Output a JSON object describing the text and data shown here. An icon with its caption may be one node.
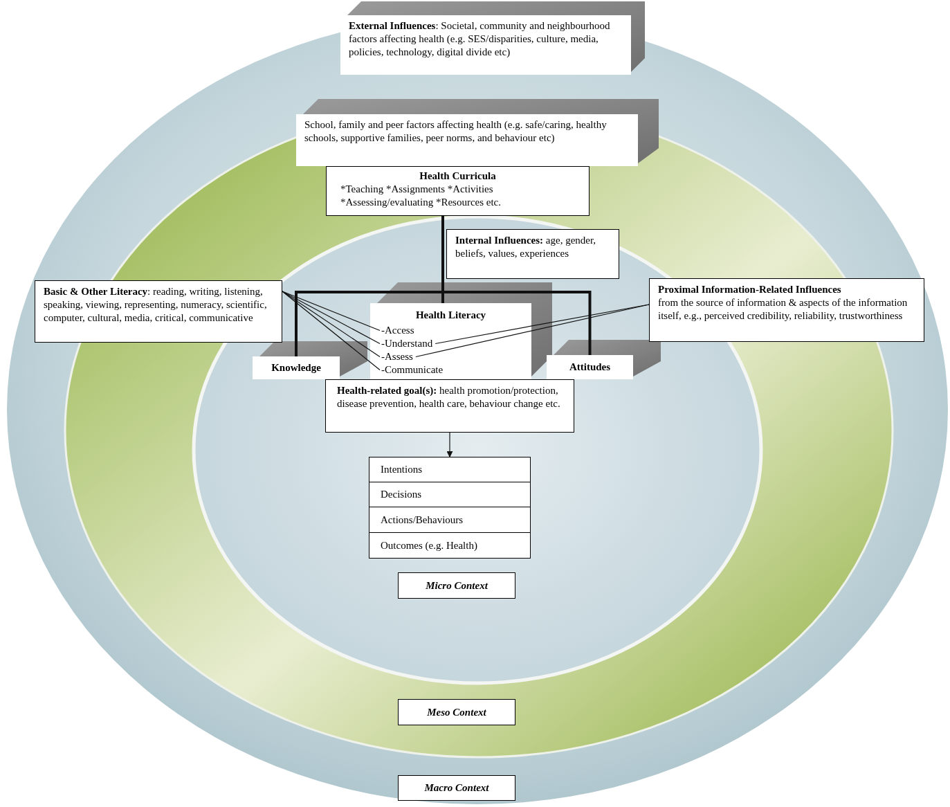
{
  "diagram": {
    "nodes": [
      {
        "text": [
          "**External Influences**: Societal, community and neighbourhood factors affecting health (e.g. SES/disparities, culture, media, policies, technology, digital divide etc)"
        ]
      },
      {
        "text": [
          "School, family and peer factors affecting health (e.g. safe/caring, healthy schools, supportive families, peer norms, and behaviour etc)"
        ]
      },
      {
        "text": [
          "Health Curricula",
          "*Teaching *Assignments *Activities *Assessing/evaluating  *Resources etc."
        ]
      },
      {
        "text": [
          "**Internal Influences:** age, gender, beliefs, values, experiences"
        ]
      },
      {
        "text": [
          "**Basic & Other Literacy**: reading, writing, listening, speaking, viewing, representing, numeracy, scientific, computer, cultural, media, critical, communicative"
        ]
      },
      {
        "text": [
          "Proximal Information-Related Influences",
          "from the source of information & aspects of the information itself, e.g., perceived credibility, reliability, trustworthiness"
        ]
      },
      {
        "text": [
          "Health Literacy"
        ]
      },
      {
        "text": [
          "-Access"
        ],
        "in": 6
      },
      {
        "text": [
          "-Understand"
        ],
        "in": 6
      },
      {
        "text": [
          "-Assess"
        ],
        "in": 6
      },
      {
        "text": [
          "-Communicate"
        ],
        "in": 6
      },
      {
        "text": [
          "Knowledge"
        ]
      },
      {
        "text": [
          "Attitudes"
        ]
      },
      {
        "text": [
          "**Health-related goal(s):** health promotion/protection, disease prevention, health care, behaviour change etc."
        ]
      },
      {
        "text": [
          "Intentions"
        ]
      },
      {
        "text": [
          "Decisions"
        ]
      },
      {
        "text": [
          "Actions/Behaviours"
        ]
      },
      {
        "text": [
          "Outcomes (e.g. Health)"
        ]
      },
      {
        "text": [
          "Micro Context"
        ]
      },
      {
        "text": [
          "Meso Context"
        ]
      },
      {
        "text": [
          "Macro Context"
        ]
      }
    ],
    "edges": [
      {
        "from": 2,
        "to": 6,
        "arrow": "none",
        "style": "thick"
      },
      {
        "from": 2,
        "to": 11,
        "arrow": "none",
        "style": "thick"
      },
      {
        "from": 2,
        "to": 12,
        "arrow": "none",
        "style": "thick"
      },
      {
        "from": 4,
        "to": 7,
        "arrow": "none"
      },
      {
        "from": 4,
        "to": 8,
        "arrow": "none"
      },
      {
        "from": 4,
        "to": 9,
        "arrow": "none"
      },
      {
        "from": 4,
        "to": 10,
        "arrow": "none"
      },
      {
        "from": 5,
        "to": 8,
        "arrow": "none"
      },
      {
        "from": 5,
        "to": 9,
        "arrow": "none"
      },
      {
        "from": 13,
        "to": 14,
        "arrow": "to"
      }
    ]
  }
}
